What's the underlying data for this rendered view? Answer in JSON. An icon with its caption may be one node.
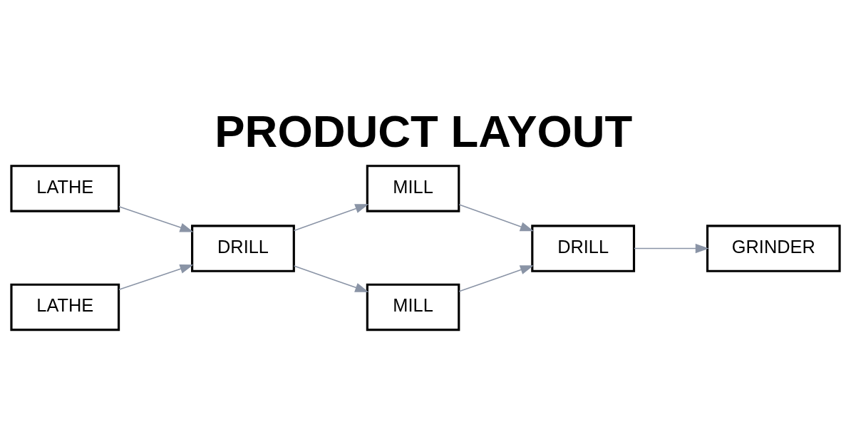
{
  "diagram": {
    "title": "PRODUCT LAYOUT",
    "nodes": [
      {
        "text": [
          "LATHE"
        ]
      },
      {
        "text": [
          "LATHE"
        ]
      },
      {
        "text": [
          "DRILL"
        ]
      },
      {
        "text": [
          "MILL"
        ]
      },
      {
        "text": [
          "MILL"
        ]
      },
      {
        "text": [
          "DRILL"
        ]
      },
      {
        "text": [
          "GRINDER"
        ]
      }
    ],
    "edges": [
      {
        "from": 0,
        "to": 2,
        "arrow": "to"
      },
      {
        "from": 1,
        "to": 2,
        "arrow": "to"
      },
      {
        "from": 2,
        "to": 3,
        "arrow": "to"
      },
      {
        "from": 2,
        "to": 4,
        "arrow": "to"
      },
      {
        "from": 3,
        "to": 5,
        "arrow": "to"
      },
      {
        "from": 4,
        "to": 5,
        "arrow": "to"
      },
      {
        "from": 5,
        "to": 6,
        "arrow": "to"
      }
    ]
  }
}
